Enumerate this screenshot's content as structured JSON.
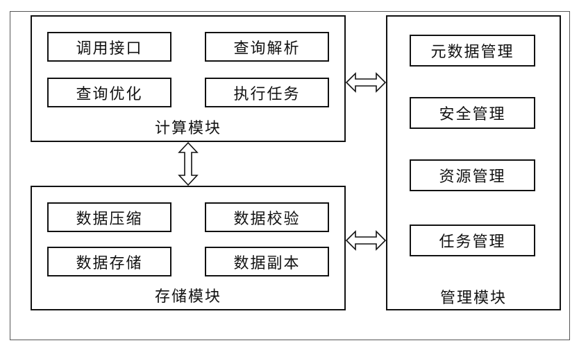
{
  "compute": {
    "label": "计算模块",
    "items": [
      "调用接口",
      "查询解析",
      "查询优化",
      "执行任务"
    ]
  },
  "storage": {
    "label": "存储模块",
    "items": [
      "数据压缩",
      "数据校验",
      "数据存储",
      "数据副本"
    ]
  },
  "management": {
    "label": "管理模块",
    "items": [
      "元数据管理",
      "安全管理",
      "资源管理",
      "任务管理"
    ]
  },
  "arrows": [
    "compute-storage",
    "compute-management",
    "storage-management"
  ]
}
